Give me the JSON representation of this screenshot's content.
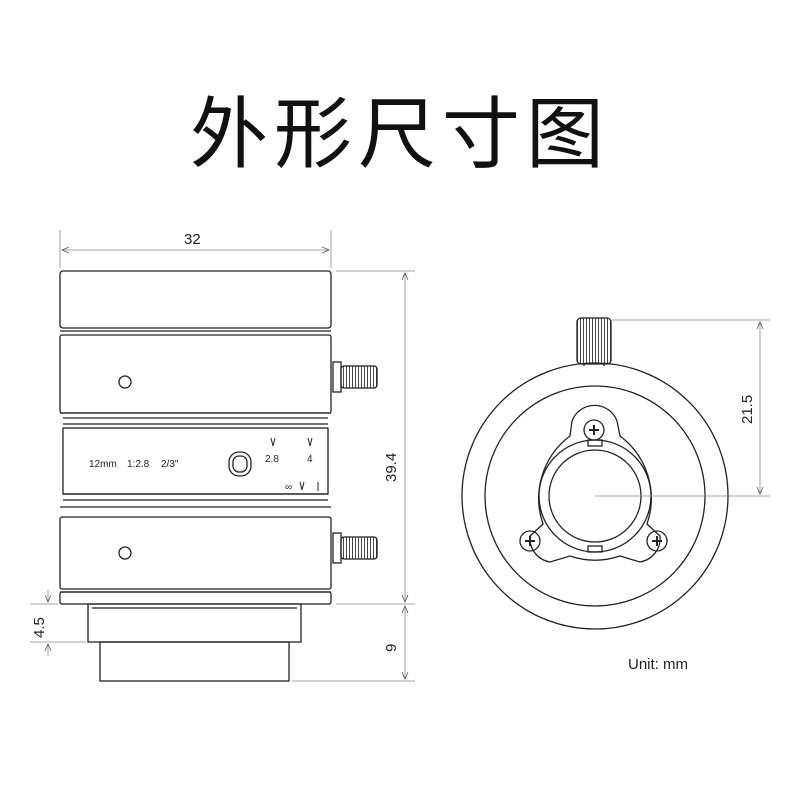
{
  "title": "外形尺寸图",
  "side_view": {
    "dimensions": {
      "width": "32",
      "height": "39.4",
      "mount_offset": "4.5",
      "mount_length": "9"
    },
    "lens_marking": {
      "focal": "12mm",
      "aperture": "1:2.8",
      "format": "2/3\""
    },
    "scale_marks": {
      "f28": "2.8",
      "f4": "4",
      "infinity": "∞"
    }
  },
  "front_view": {
    "dimensions": {
      "screw_height": "21.5"
    }
  },
  "unit_label": "Unit:  mm",
  "colors": {
    "line": "#222222",
    "dim_line": "#888888",
    "background": "#ffffff"
  }
}
